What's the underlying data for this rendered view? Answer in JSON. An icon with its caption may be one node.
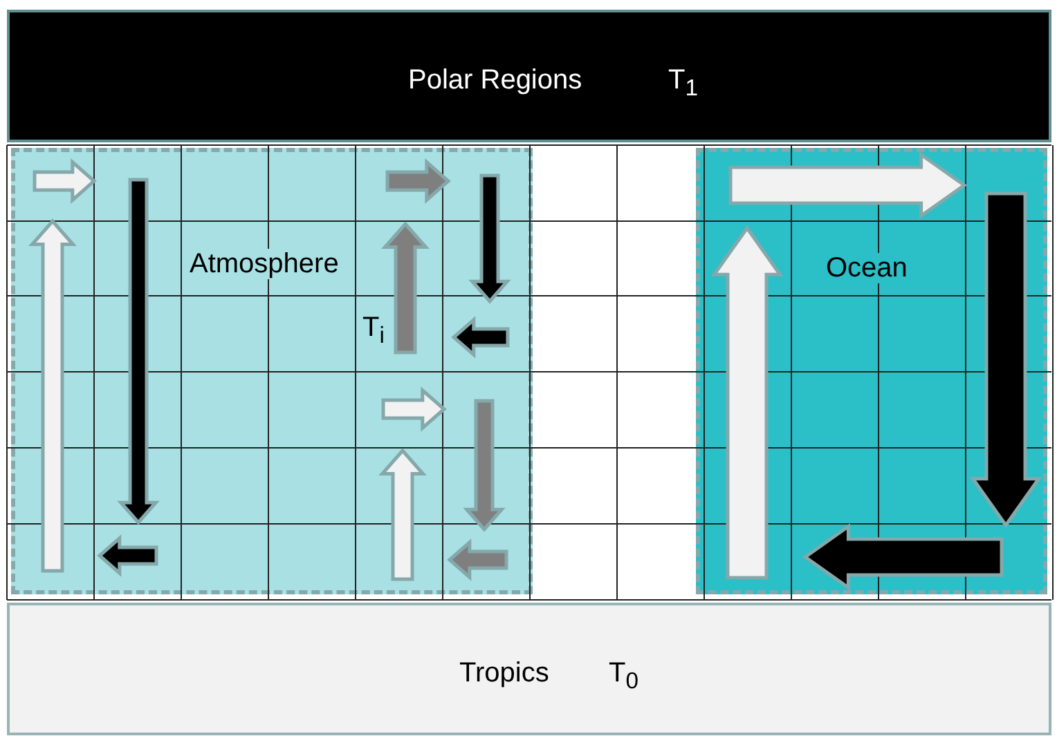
{
  "diagram": {
    "nodes": [
      {
        "text": [
          "Polar Regions",
          "T$_{1}$"
        ]
      },
      {
        "text": [
          "Atmosphere"
        ]
      },
      {
        "text": [
          "Ocean"
        ]
      },
      {
        "text": [
          "Tropics",
          "T$_{0}$"
        ]
      }
    ],
    "edges": [],
    "labels": [
      "T$_{i}$"
    ]
  }
}
